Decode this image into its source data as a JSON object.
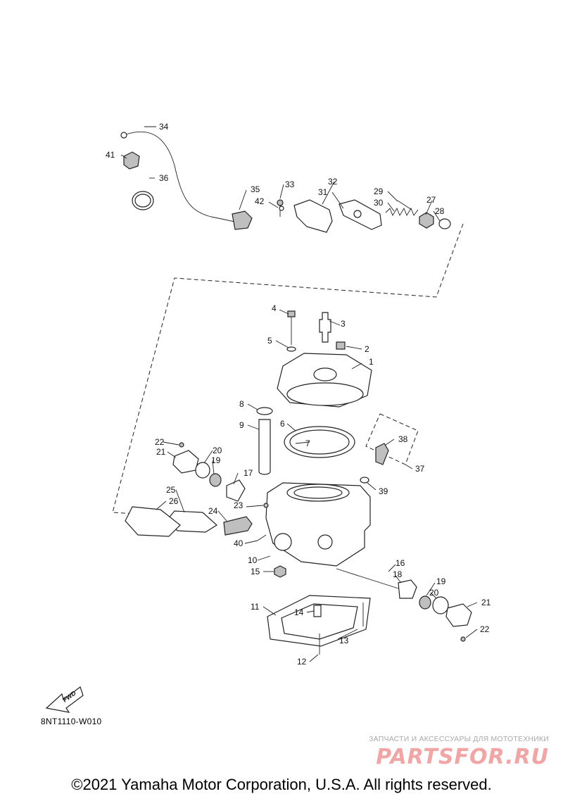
{
  "diagram": {
    "code": "8NT1110-W010",
    "fwd_label": "FWD",
    "callouts": [
      "1",
      "2",
      "3",
      "4",
      "5",
      "6",
      "7",
      "8",
      "9",
      "10",
      "11",
      "12",
      "13",
      "14",
      "15",
      "16",
      "17",
      "18",
      "19",
      "19",
      "20",
      "20",
      "21",
      "21",
      "22",
      "22",
      "23",
      "24",
      "25",
      "26",
      "27",
      "28",
      "29",
      "30",
      "31",
      "32",
      "33",
      "34",
      "35",
      "36",
      "37",
      "38",
      "39",
      "40",
      "41",
      "42"
    ]
  },
  "watermark": {
    "tagline": "ЗАПЧАСТИ И АКСЕССУАРЫ ДЛЯ МОТОТЕХНИКИ",
    "brand": "PARTSFOR.RU"
  },
  "footer": {
    "copyright": "©2021 Yamaha Motor Corporation, U.S.A. All rights reserved."
  }
}
